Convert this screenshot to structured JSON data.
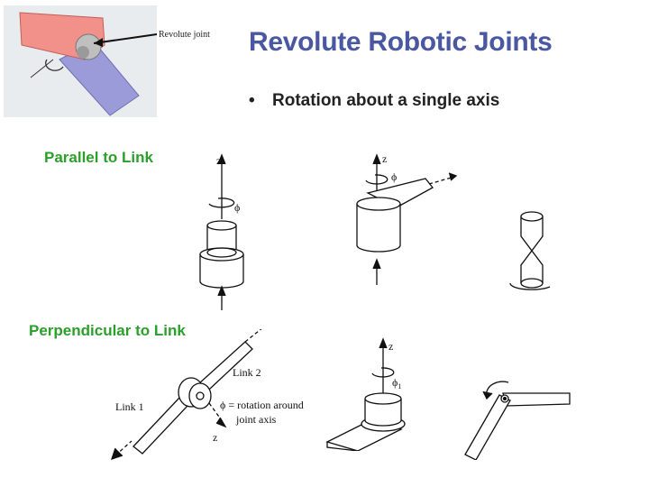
{
  "slide": {
    "title": "Revolute Robotic Joints",
    "bullet": "Rotation about a single axis",
    "section_parallel": "Parallel to Link",
    "section_perpendicular": "Perpendicular to Link"
  },
  "photo": {
    "callout": "Revolute joint"
  },
  "figures": {
    "axis_z": "z",
    "phi": "ϕ",
    "phi1": "ϕ",
    "phi1_sub": "1",
    "link1": "Link 1",
    "link2": "Link 2",
    "phi_note_line1": "ϕ = rotation around",
    "phi_note_line2": "joint axis"
  },
  "colors": {
    "title": "#4a58a2",
    "section_label": "#2aa02a"
  }
}
